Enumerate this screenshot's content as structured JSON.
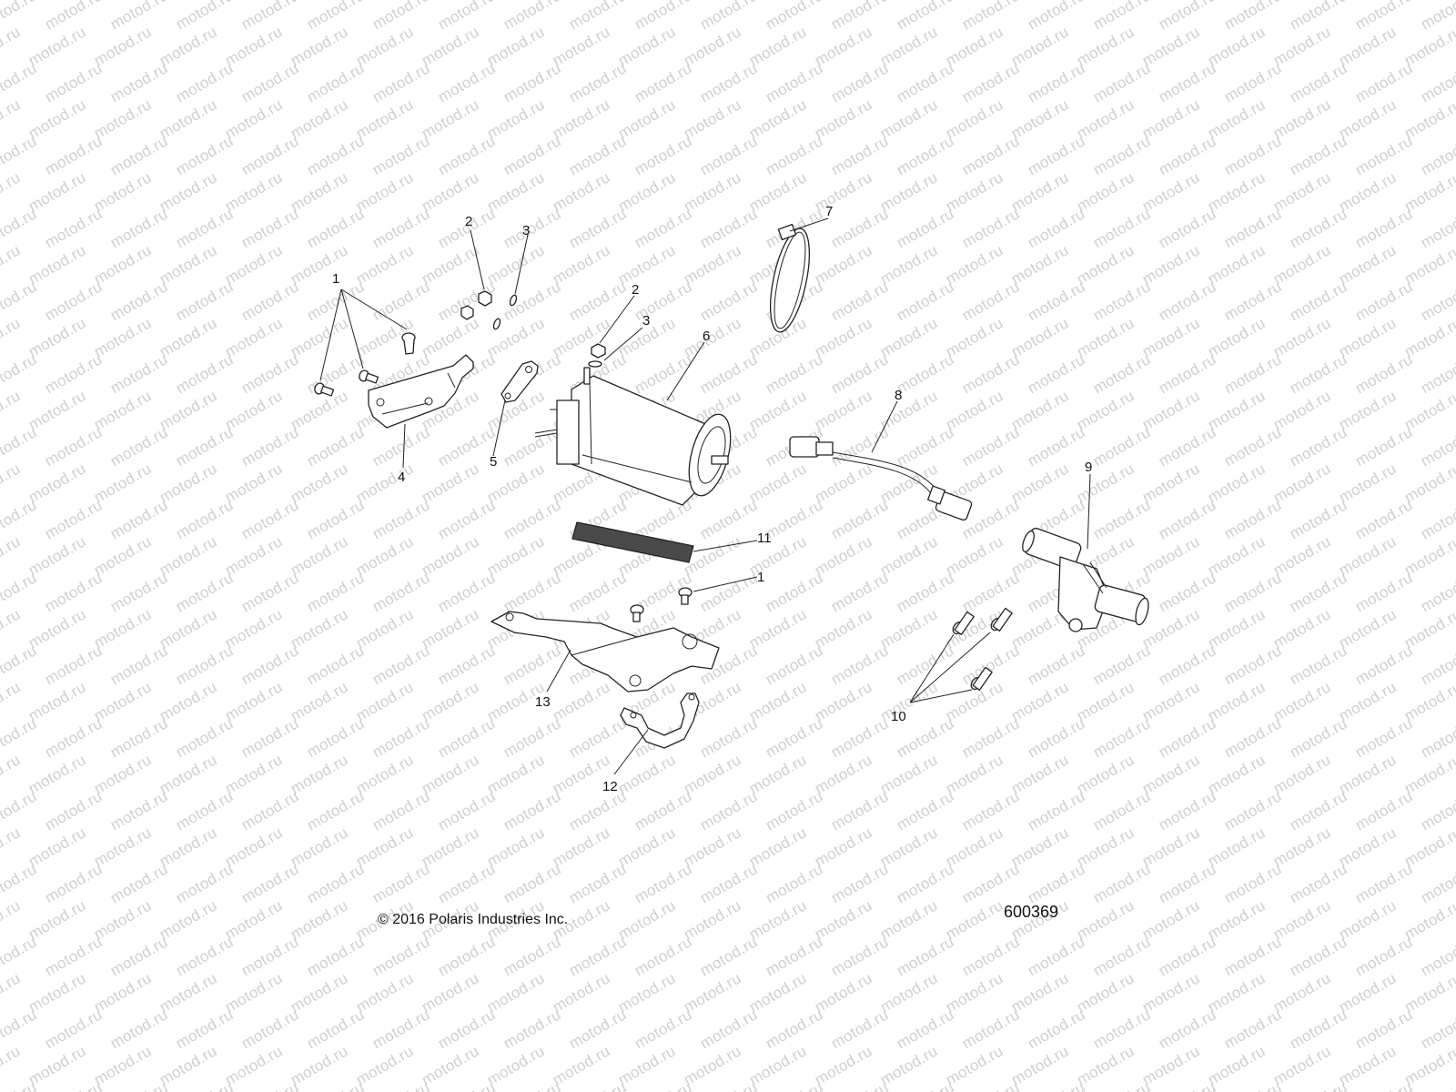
{
  "watermark": {
    "text": "motod.ru"
  },
  "callouts": [
    {
      "id": "c1a",
      "label": "1"
    },
    {
      "id": "c2a",
      "label": "2"
    },
    {
      "id": "c3a",
      "label": "3"
    },
    {
      "id": "c2b",
      "label": "2"
    },
    {
      "id": "c3b",
      "label": "3"
    },
    {
      "id": "c4",
      "label": "4"
    },
    {
      "id": "c5",
      "label": "5"
    },
    {
      "id": "c6",
      "label": "6"
    },
    {
      "id": "c7",
      "label": "7"
    },
    {
      "id": "c8",
      "label": "8"
    },
    {
      "id": "c9",
      "label": "9"
    },
    {
      "id": "c10",
      "label": "10"
    },
    {
      "id": "c11",
      "label": "11"
    },
    {
      "id": "c1b",
      "label": "1"
    },
    {
      "id": "c12",
      "label": "12"
    },
    {
      "id": "c13",
      "label": "13"
    }
  ],
  "footer": {
    "copyright": "© 2016 Polaris Industries Inc.",
    "figure_code": "600369"
  }
}
